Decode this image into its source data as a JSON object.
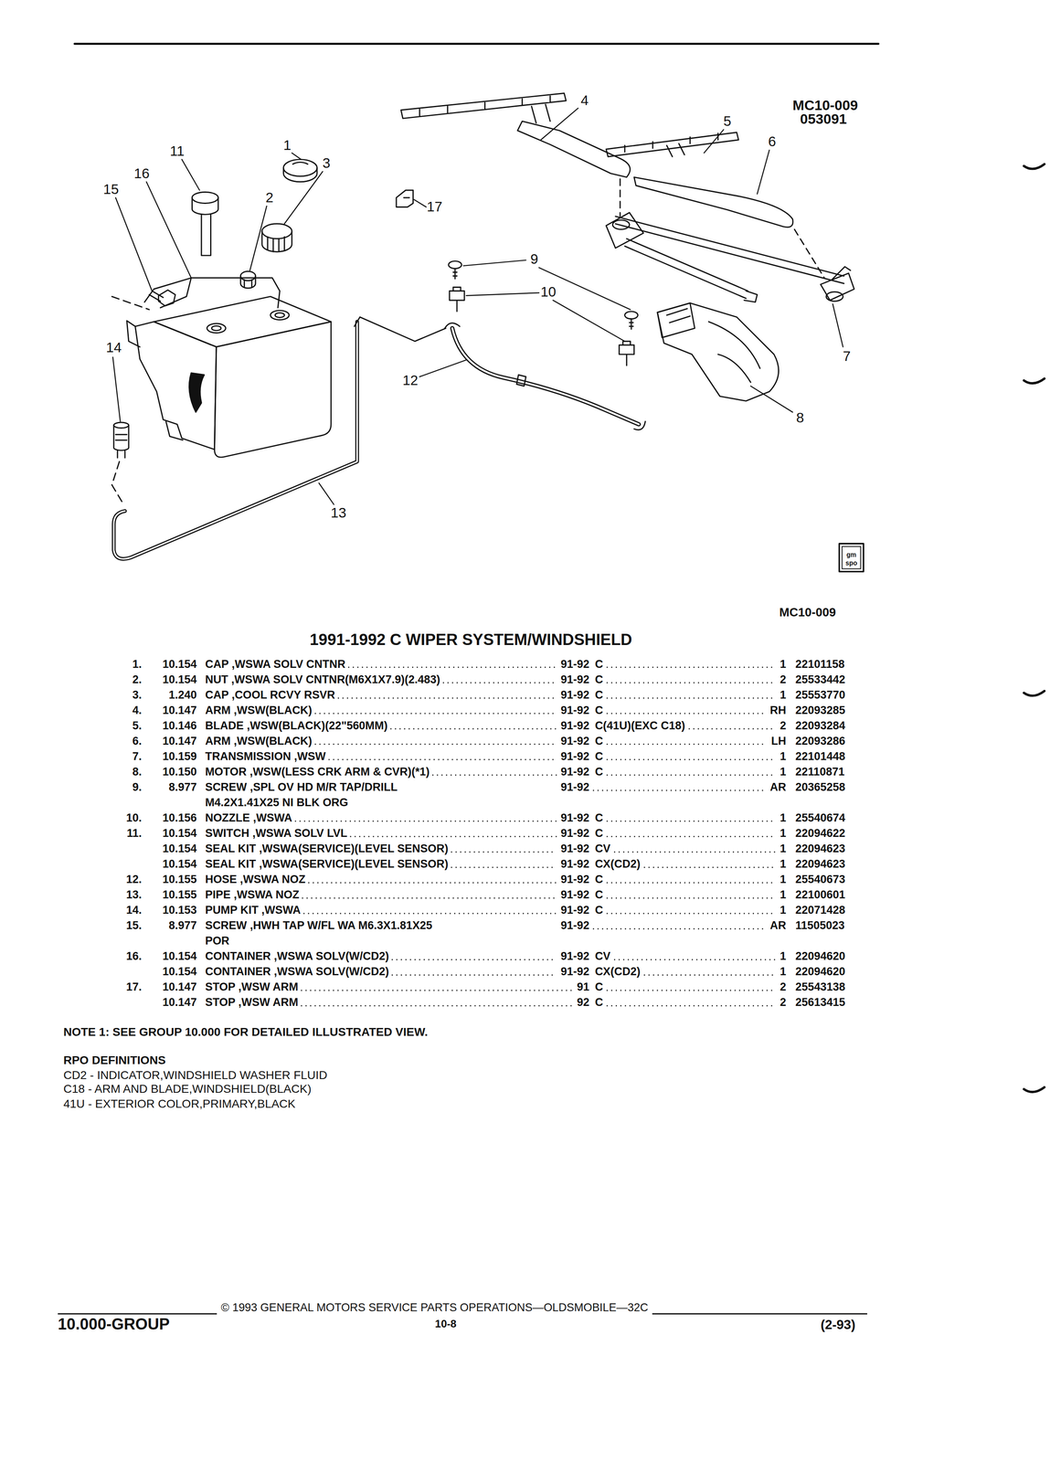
{
  "diagram": {
    "title": "1991-1992 C WIPER SYSTEM/WINDSHIELD",
    "labels": [
      "MC10-009",
      "053091",
      "1",
      "2",
      "3",
      "4",
      "5",
      "6",
      "7",
      "8",
      "9",
      "10",
      "11",
      "12",
      "13",
      "14",
      "15",
      "16",
      "17",
      "gm",
      "spo",
      "MC10-009",
      "1.",
      "10.154",
      "CAP ,WSWA SOLV CNTNR",
      "91-92",
      "C",
      "1",
      "22101158",
      "2.",
      "10.154",
      "NUT ,WSWA SOLV CNTNR(M6X1X7.9)(2.483)",
      "91-92",
      "C",
      "2",
      "25533442",
      "3.",
      "1.240",
      "CAP ,COOL RCVY RSVR",
      "91-92",
      "C",
      "1",
      "25553770",
      "4.",
      "10.147",
      "ARM ,WSW(BLACK)",
      "91-92",
      "C",
      "RH",
      "22093285",
      "5.",
      "10.146",
      "BLADE ,WSW(BLACK)(22\"560MM)",
      "91-92",
      "C(41U)(EXC C18)",
      "2",
      "22093284",
      "6.",
      "10.147",
      "ARM ,WSW(BLACK)",
      "91-92",
      "C",
      "LH",
      "22093286",
      "7.",
      "10.159",
      "TRANSMISSION ,WSW",
      "91-92",
      "C",
      "1",
      "22101448",
      "8.",
      "10.150",
      "MOTOR ,WSW(LESS CRK ARM & CVR)(*1)",
      "91-92",
      "C",
      "1",
      "22110871",
      "9.",
      "8.977",
      "SCREW ,SPL OV HD M/R TAP/DRILL",
      "91-92",
      "AR",
      "20365258",
      "M4.2X1.41X25 NI BLK ORG",
      "10.",
      "10.156",
      "NOZZLE ,WSWA",
      "91-92",
      "C",
      "1",
      "25540674",
      "11.",
      "10.154",
      "SWITCH ,WSWA SOLV LVL",
      "91-92",
      "C",
      "1",
      "22094622",
      "10.154",
      "SEAL KIT ,WSWA(SERVICE)(LEVEL SENSOR)",
      "91-92",
      "CV",
      "1",
      "22094623",
      "10.154",
      "SEAL KIT ,WSWA(SERVICE)(LEVEL SENSOR)",
      "91-92",
      "CX(CD2)",
      "1",
      "22094623",
      "12.",
      "10.155",
      "HOSE ,WSWA NOZ",
      "91-92",
      "C",
      "1",
      "25540673",
      "13.",
      "10.155",
      "PIPE ,WSWA NOZ",
      "91-92",
      "C",
      "1",
      "22100601",
      "14.",
      "10.153",
      "PUMP KIT ,WSWA",
      "91-92",
      "C",
      "1",
      "22071428",
      "15.",
      "8.977",
      "SCREW ,HWH TAP W/FL WA M6.3X1.81X25",
      "91-92",
      "AR",
      "11505023",
      "POR",
      "16.",
      "10.154",
      "CONTAINER ,WSWA SOLV(W/CD2)",
      "91-92",
      "CV",
      "1",
      "22094620",
      "10.154",
      "CONTAINER ,WSWA SOLV(W/CD2)",
      "91-92",
      "CX(CD2)",
      "1",
      "22094620",
      "17.",
      "10.147",
      "STOP ,WSW ARM",
      "91",
      "C",
      "2",
      "25543138",
      "10.147",
      "STOP ,WSW ARM",
      "92",
      "C",
      "2",
      "25613415",
      "NOTE 1: SEE GROUP 10.000 FOR DETAILED ILLUSTRATED VIEW.",
      "RPO DEFINITIONS",
      "CD2 - INDICATOR,WINDSHIELD WASHER FLUID",
      "C18 - ARM AND BLADE,WINDSHIELD(BLACK)",
      "41U - EXTERIOR COLOR,PRIMARY,BLACK",
      "10.000-GROUP",
      "© 1993 GENERAL MOTORS SERVICE PARTS OPERATIONS—OLDSMOBILE—32C",
      "10-8",
      "(2-93)"
    ]
  }
}
